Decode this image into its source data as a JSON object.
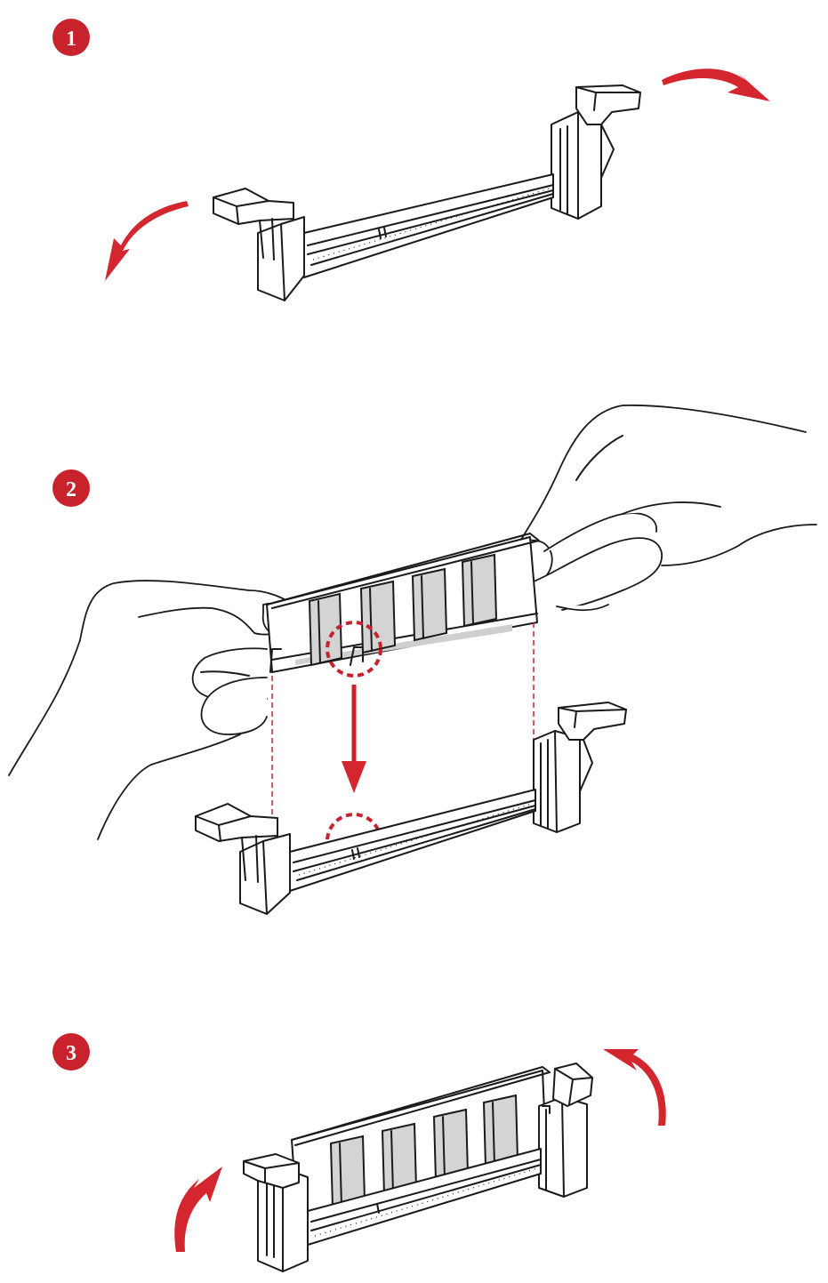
{
  "steps": [
    {
      "number": "1",
      "color": "#c8232d"
    },
    {
      "number": "2",
      "color": "#c8232d"
    },
    {
      "number": "3",
      "color": "#c8232d"
    }
  ],
  "colors": {
    "accent": "#c8232d",
    "outline": "#1a1a1a",
    "chip_fill": "#d4d4d4"
  },
  "icons": {
    "step1": [
      "dimm-slot-icon",
      "open-latch-arrow-icon"
    ],
    "step2": [
      "memory-module-icon",
      "hand-icon",
      "notch-highlight-icon",
      "insert-arrow-icon"
    ],
    "step3": [
      "installed-module-icon",
      "close-latch-arrow-icon"
    ]
  }
}
